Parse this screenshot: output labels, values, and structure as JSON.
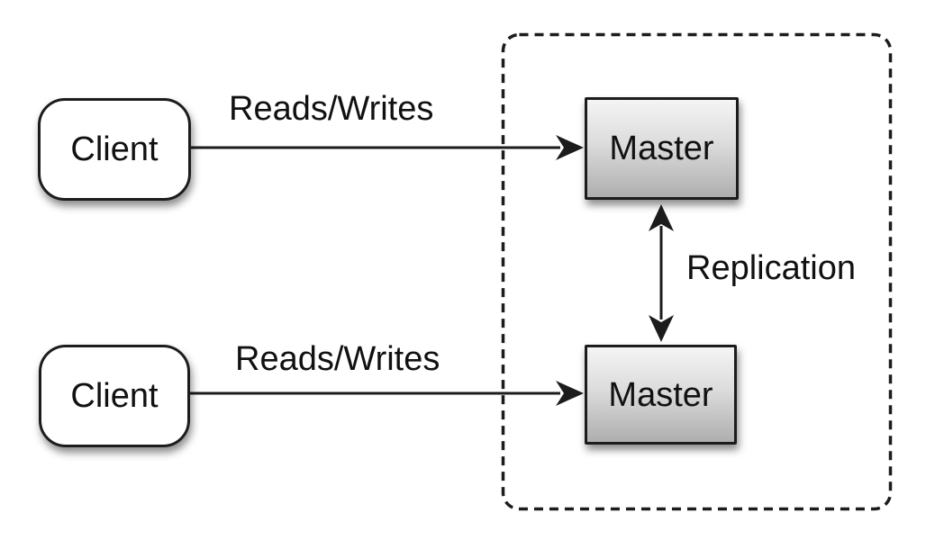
{
  "diagram": {
    "nodes": {
      "client_top": {
        "label": "Client"
      },
      "client_bottom": {
        "label": "Client"
      },
      "master_top": {
        "label": "Master"
      },
      "master_bottom": {
        "label": "Master"
      }
    },
    "edges": {
      "reads_writes_top": {
        "label": "Reads/Writes"
      },
      "reads_writes_bottom": {
        "label": "Reads/Writes"
      },
      "replication": {
        "label": "Replication"
      }
    },
    "colors": {
      "stroke": "#1c1c1c",
      "text": "#111111",
      "background": "#ffffff",
      "client_fill": "#ffffff",
      "master_gradient_top": "#f4f4f4",
      "master_gradient_bottom": "#aeaeae"
    }
  }
}
